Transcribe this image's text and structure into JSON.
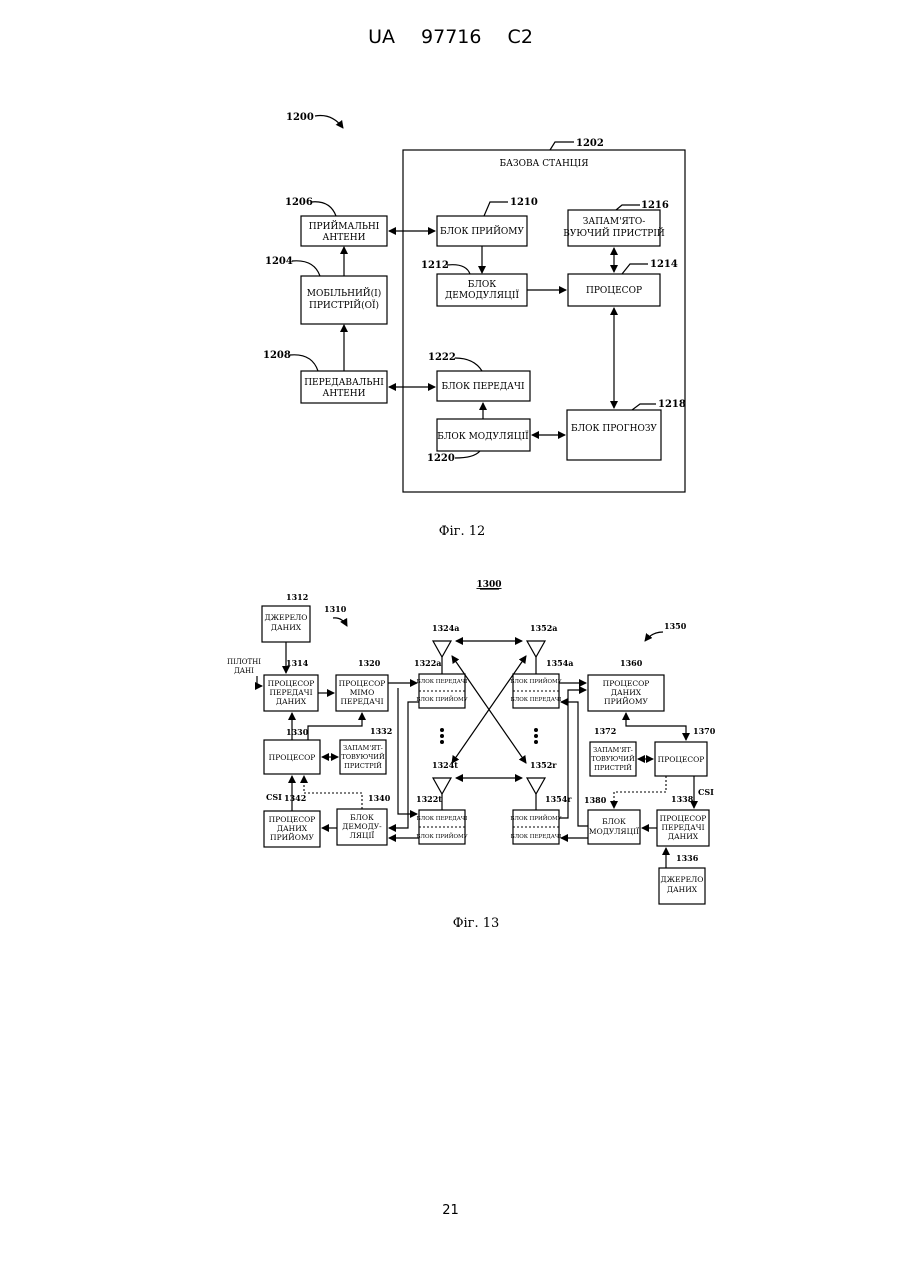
{
  "header": {
    "country": "UA",
    "number": "97716",
    "kind": "C2"
  },
  "page_number": "21",
  "fig12": {
    "ref_main": "1200",
    "base_station": {
      "ref": "1202",
      "title": "БАЗОВА СТАНЦІЯ"
    },
    "rx_antennas": {
      "ref": "1206",
      "line1": "ПРИЙМАЛЬНІ",
      "line2": "АНТЕНИ"
    },
    "mobile": {
      "ref": "1204",
      "line1": "МОБІЛЬНИЙ(І)",
      "line2": "ПРИСТРІЙ(ОЇ)"
    },
    "tx_antennas": {
      "ref": "1208",
      "line1": "ПЕРЕДАВАЛЬНІ",
      "line2": "АНТЕНИ"
    },
    "receiver": {
      "ref": "1210",
      "label": "БЛОК ПРИЙОМУ"
    },
    "memory": {
      "ref": "1216",
      "line1": "ЗАПАМ'ЯТО-",
      "line2": "ВУЮЧИЙ ПРИСТРІЙ"
    },
    "demod": {
      "ref": "1212",
      "line1": "БЛОК",
      "line2": "ДЕМОДУЛЯЦІЇ"
    },
    "processor": {
      "ref": "1214",
      "label": "ПРОЦЕСОР"
    },
    "transmitter": {
      "ref": "1222",
      "label": "БЛОК ПЕРЕДАЧІ"
    },
    "modulator": {
      "ref": "1220",
      "label": "БЛОК МОДУЛЯЦІЇ"
    },
    "predictor": {
      "ref": "1218",
      "label": "БЛОК ПРОГНОЗУ"
    },
    "caption": "Фіг. 12"
  },
  "fig13": {
    "ref_main": "1300",
    "ref_tx_system": "1310",
    "ref_rx_system": "1350",
    "data_source_1": {
      "ref": "1312",
      "line1": "ДЖЕРЕЛО",
      "line2": "ДАНИХ"
    },
    "pilot_line1": "ПІЛОТНІ",
    "pilot_line2": "ДАНІ",
    "tx_data_proc": {
      "ref": "1314",
      "line1": "ПРОЦЕСОР",
      "line2": "ПЕРЕДАЧІ",
      "line3": "ДАНИХ"
    },
    "mimo_proc": {
      "ref": "1320",
      "line1": "ПРОЦЕСОР",
      "line2": "МІМО",
      "line3": "ПЕРЕДАЧІ"
    },
    "processor_1": {
      "ref": "1330",
      "label": "ПРОЦЕСОР"
    },
    "memory_1": {
      "ref": "1332",
      "line1": "ЗАПАМ'ЯТ-",
      "line2": "ТОВУЮЧИЙ",
      "line3": "ПРИСТРІЙ"
    },
    "csi_1": "CSI",
    "rx_data_proc_1": {
      "ref": "1342",
      "line1": "ПРОЦЕСОР",
      "line2": "ДАНИХ",
      "line3": "ПРИЙОМУ"
    },
    "demod_1": {
      "ref": "1340",
      "line1": "БЛОК",
      "line2": "ДЕМОДУ-",
      "line3": "ЛЯЦІЇ"
    },
    "antenna_1a": "1324a",
    "antenna_1t": "1324t",
    "transceiver_1a": {
      "ref": "1322a",
      "top": "БЛОК ПЕРЕДАЧІ",
      "bottom": "БЛОК ПРИЙОМУ"
    },
    "transceiver_1t": {
      "ref": "1322t",
      "top": "БЛОК ПЕРЕДАЧІ",
      "bottom": "БЛОК ПРИЙОМУ"
    },
    "antenna_2a": "1352a",
    "antenna_2r": "1352r",
    "transceiver_2a": {
      "ref": "1354a",
      "top": "БЛОК ПРИЙОМУ",
      "bottom": "БЛОК ПЕРЕДАЧІ"
    },
    "transceiver_2r": {
      "ref": "1354r",
      "top": "БЛОК ПРИЙОМУ",
      "bottom": "БЛОК ПЕРЕДАЧІ"
    },
    "rx_data_proc_2": {
      "ref": "1360",
      "line1": "ПРОЦЕСОР",
      "line2": "ДАНИХ",
      "line3": "ПРИЙОМУ"
    },
    "memory_2": {
      "ref": "1372",
      "line1": "ЗАПАМ'ЯТ-",
      "line2": "ТОВУЮЧИЙ",
      "line3": "ПРИСТРІЙ"
    },
    "processor_2": {
      "ref": "1370",
      "label": "ПРОЦЕСОР"
    },
    "csi_2": "CSI",
    "modulator_2": {
      "ref": "1380",
      "line1": "БЛОК",
      "line2": "МОДУЛЯЦІЇ"
    },
    "tx_data_proc_2": {
      "ref": "1338",
      "line1": "ПРОЦЕСОР",
      "line2": "ПЕРЕДАЧІ",
      "line3": "ДАНИХ"
    },
    "data_source_2": {
      "ref": "1336",
      "line1": "ДЖЕРЕЛО",
      "line2": "ДАНИХ"
    },
    "caption": "Фіг. 13"
  }
}
